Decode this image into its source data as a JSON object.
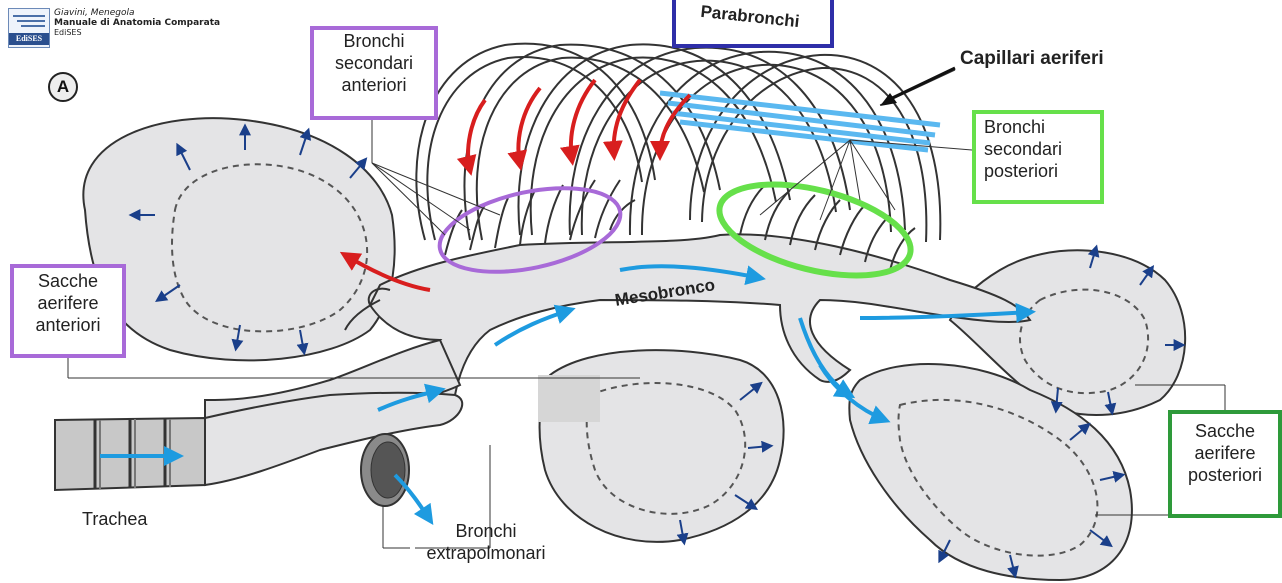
{
  "publisher": {
    "authors": "Giavini, Menegola",
    "book_title": "Manuale di Anatomia Comparata",
    "publisher_name": "EdiSES",
    "logo_text": "EdiSES"
  },
  "panel_letter": "A",
  "labels": {
    "parabronchi": "Parabronchi",
    "capillari_aeriferi": "Capillari aeriferi",
    "bronchi_secondari_anteriori": [
      "Bronchi",
      "secondari",
      "anteriori"
    ],
    "bronchi_secondari_posteriori": [
      "Bronchi",
      "secondari",
      "posteriori"
    ],
    "sacche_aerifere_anteriori": [
      "Sacche",
      "aerifere",
      "anteriori"
    ],
    "sacche_aerifere_posteriori": [
      "Sacche",
      "aerifere",
      "posteriori"
    ],
    "mesobronco": "Mesobronco",
    "trachea": "Trachea",
    "bronchi_extrapolmonari": [
      "Bronchi",
      "extrapolmonari"
    ]
  },
  "colors": {
    "airflow_blue": "#1e9be0",
    "airflow_red": "#d81e1e",
    "sac_arrow": "#1a3f8a",
    "sac_fill": "#e4e4e6",
    "parabronchi_box": "#2e2ea8",
    "anteriori_box": "#a86ad8",
    "posteriori_box_light": "#66e04a",
    "posteriori_box_dark": "#2e9a3a",
    "capillary": "#5ab8f0",
    "redaction_patch": "#d6d6d6"
  }
}
